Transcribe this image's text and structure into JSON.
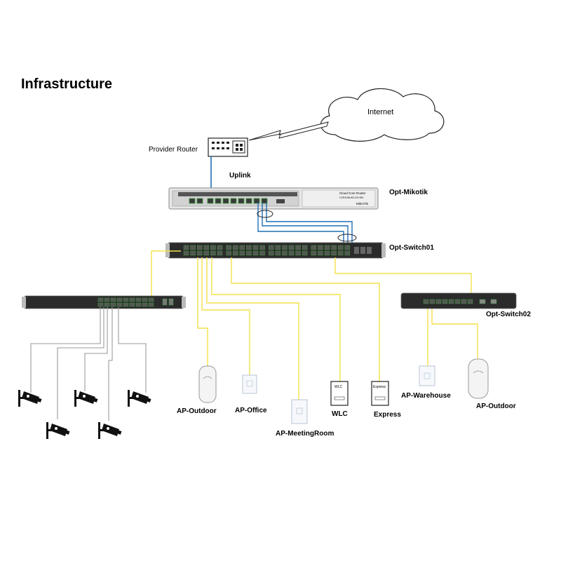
{
  "title": "Infrastructure",
  "internet": "Internet",
  "provider_router": "Provider Router",
  "uplink": "Uplink",
  "core_router": {
    "name": "Opt-Mikotik",
    "brand_line1": "Cloud Core Router",
    "brand_line2": "CCR1036-8G-2S+EM",
    "brand_logo": "MikroTik"
  },
  "switch01": "Opt-Switch01",
  "switch02": "Opt-Switch02",
  "devices": {
    "ap_outdoor_1": "AP-Outdoor",
    "ap_office": "AP-Office",
    "ap_meeting": "AP-MeetingRoom",
    "wlc_label": "WLC",
    "wlc_tag": "WLC",
    "express_label": "Express",
    "express_tag": "Express",
    "ap_warehouse": "AP-Warehouse",
    "ap_outdoor_2": "AP-Outdoor"
  },
  "colors": {
    "uplink_line": "#1f6fb5",
    "access_line": "#f2e14a",
    "camera_line": "#9a9a9a",
    "device_dark": "#2b2b2b",
    "port_green": "#3a9a3a"
  }
}
